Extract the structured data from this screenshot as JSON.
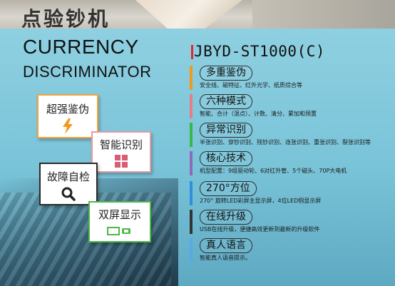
{
  "title_cn": "点验钞机",
  "title_en_line1": "CURRENCY",
  "title_en_line2": "DISCRIMINATOR",
  "model": "JBYD-ST1000(C)",
  "badges": [
    {
      "label": "超强鉴伪",
      "icon": "lightning-icon",
      "color": "#f2a23a"
    },
    {
      "label": "智能识别",
      "icon": "grid-icon",
      "color": "#e79aa4"
    },
    {
      "label": "故障自检",
      "icon": "magnifier-icon",
      "color": "#2b2b2b"
    },
    {
      "label": "双屏显示",
      "icon": "display-icon",
      "color": "#4cb848"
    }
  ],
  "features": [
    {
      "title": "多重鉴伪",
      "desc": "安全线、磁特征、红外光学、纸质综合等",
      "color": "#f39a1e"
    },
    {
      "title": "六种模式",
      "desc": "智能、合计（混点）、计数、清分、累加和预置",
      "color": "#e77c8a"
    },
    {
      "title": "异常识别",
      "desc": "半张识别、穿钞识别、残钞识别、连张识别、重张识别、裂张识别等",
      "color": "#3db54a"
    },
    {
      "title": "核心技术",
      "desc": "机型配置：9组驱动轮、6对红外管、5个磁头、70P大电机",
      "color": "#8e6ab8"
    },
    {
      "title": "270°方位",
      "desc": "270° 旋转LED彩屏主显示屏，4位LED侧显示屏",
      "color": "#2f8fd8"
    },
    {
      "title": "在线升级",
      "desc": "USB在线升级，便捷高效更新到最新的升级软件",
      "color": "#333333"
    },
    {
      "title": "真人语言",
      "desc": "智能真人语音提示。",
      "color": "#5aa9e6"
    }
  ]
}
